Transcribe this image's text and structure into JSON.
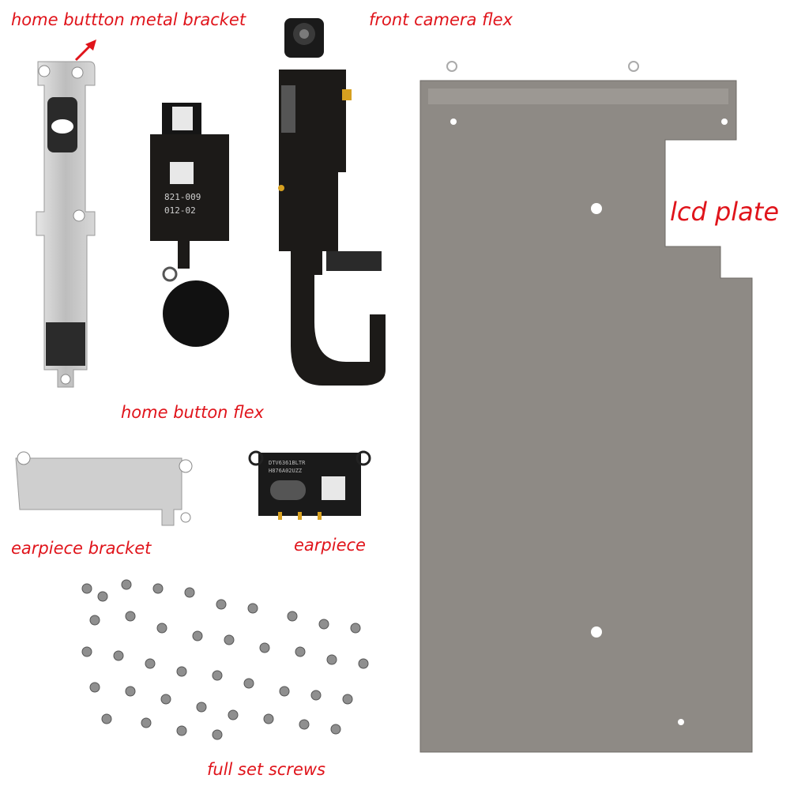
{
  "labels": {
    "home_bracket": "home buttton metal bracket",
    "front_camera": "front camera flex",
    "lcd_plate": "lcd plate",
    "home_button_flex": "home button flex",
    "earpiece_bracket": "earpiece bracket",
    "earpiece": "earpiece",
    "screws": "full set screws"
  },
  "part_text": {
    "home_flex_code1": "821-009",
    "home_flex_code2": "012-02",
    "earpiece_code1": "DTV6361BLTR",
    "earpiece_code2": "H876A02UZZ"
  },
  "colors": {
    "label": "#e0141b",
    "lcd_plate": "#8e8a85",
    "flex_cable": "#1c1a18",
    "bracket_metal": "#c9c9c9"
  }
}
